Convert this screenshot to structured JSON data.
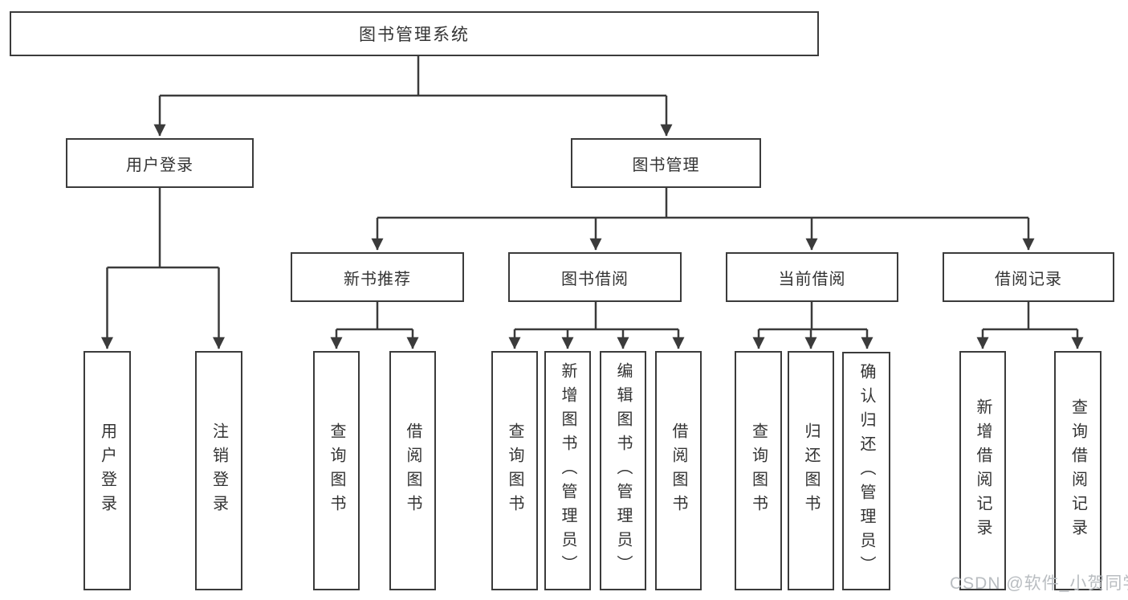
{
  "diagram_type": "hierarchy-tree",
  "colors": {
    "line": "#3b3b3b",
    "box_border": "#3b3b3b",
    "box_fill": "#ffffff",
    "text": "#333333",
    "watermark_text": "#b9bdc1"
  },
  "nodes": {
    "root": {
      "label": "图书管理系统"
    },
    "user_login": {
      "label": "用户登录"
    },
    "book_mgmt": {
      "label": "图书管理"
    },
    "new_book_rec": {
      "label": "新书推荐"
    },
    "book_borrow": {
      "label": "图书借阅"
    },
    "current_borrow": {
      "label": "当前借阅"
    },
    "borrow_record": {
      "label": "借阅记录"
    },
    "leaf_user_login": {
      "label": "用户登录"
    },
    "leaf_logout": {
      "label": "注销登录"
    },
    "leaf_query_book_1": {
      "label": "查询图书"
    },
    "leaf_borrow_book_1": {
      "label": "借阅图书"
    },
    "leaf_query_book_2": {
      "label": "查询图书"
    },
    "leaf_add_book": {
      "label": "新增图书（管理员）"
    },
    "leaf_edit_book": {
      "label": "编辑图书（管理员）"
    },
    "leaf_borrow_book_2": {
      "label": "借阅图书"
    },
    "leaf_query_book_3": {
      "label": "查询图书"
    },
    "leaf_return_book": {
      "label": "归还图书"
    },
    "leaf_confirm_return": {
      "label": "确认归还（管理员）"
    },
    "leaf_add_record": {
      "label": "新增借阅记录"
    },
    "leaf_query_record": {
      "label": "查询借阅记录"
    }
  },
  "edges": [
    {
      "from": "root",
      "to": [
        "user_login",
        "book_mgmt"
      ]
    },
    {
      "from": "user_login",
      "to": [
        "leaf_user_login",
        "leaf_logout"
      ]
    },
    {
      "from": "book_mgmt",
      "to": [
        "new_book_rec",
        "book_borrow",
        "current_borrow",
        "borrow_record"
      ]
    },
    {
      "from": "new_book_rec",
      "to": [
        "leaf_query_book_1",
        "leaf_borrow_book_1"
      ]
    },
    {
      "from": "book_borrow",
      "to": [
        "leaf_query_book_2",
        "leaf_add_book",
        "leaf_edit_book",
        "leaf_borrow_book_2"
      ]
    },
    {
      "from": "current_borrow",
      "to": [
        "leaf_query_book_3",
        "leaf_return_book",
        "leaf_confirm_return"
      ]
    },
    {
      "from": "borrow_record",
      "to": [
        "leaf_add_record",
        "leaf_query_record"
      ]
    }
  ],
  "watermark": {
    "text": "CSDN @软件_小贺同学"
  }
}
